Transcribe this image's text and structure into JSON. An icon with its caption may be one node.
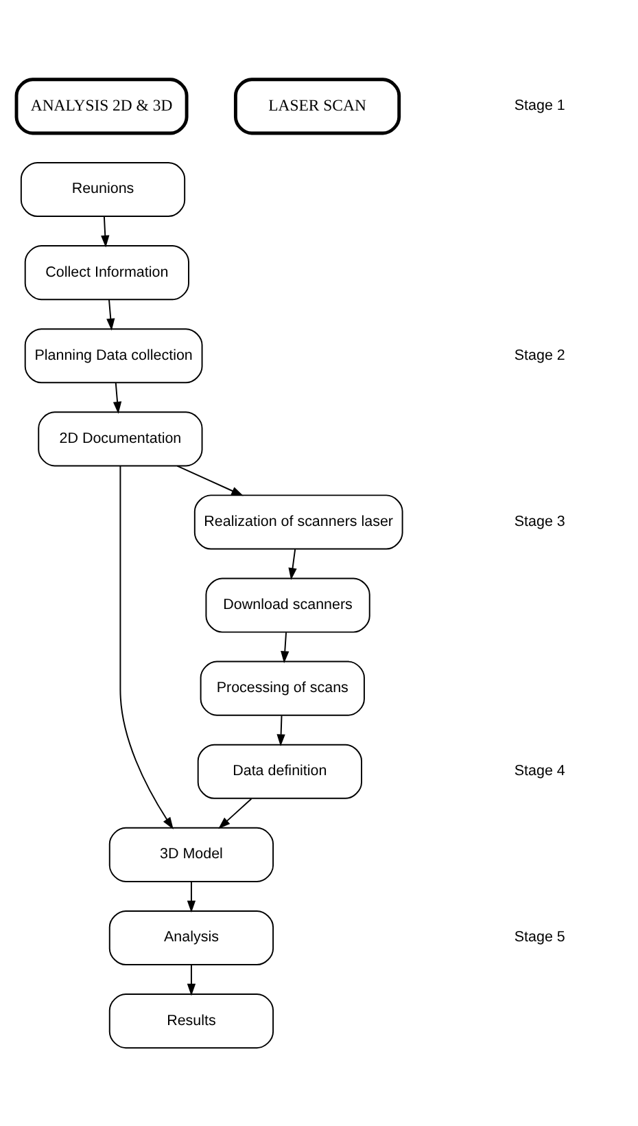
{
  "diagram": {
    "nodes": [
      {
        "text": [
          "ANALYSIS 2D & 3D"
        ]
      },
      {
        "text": [
          "LASER SCAN"
        ]
      },
      {
        "text": [
          "Reunions"
        ]
      },
      {
        "text": [
          "Collect Information"
        ]
      },
      {
        "text": [
          "Planning Data collection"
        ]
      },
      {
        "text": [
          "2D Documentation"
        ]
      },
      {
        "text": [
          "Realization of scanners laser"
        ]
      },
      {
        "text": [
          "Download scanners"
        ]
      },
      {
        "text": [
          "Processing of scans"
        ]
      },
      {
        "text": [
          "Data definition"
        ]
      },
      {
        "text": [
          "3D Model"
        ]
      },
      {
        "text": [
          "Analysis"
        ]
      },
      {
        "text": [
          "Results"
        ]
      }
    ],
    "edges": [
      {
        "from": 2,
        "to": 3,
        "arrow": "to"
      },
      {
        "from": 3,
        "to": 4,
        "arrow": "to"
      },
      {
        "from": 4,
        "to": 5,
        "arrow": "to"
      },
      {
        "from": 5,
        "to": 6,
        "arrow": "to"
      },
      {
        "from": 6,
        "to": 7,
        "arrow": "to"
      },
      {
        "from": 7,
        "to": 8,
        "arrow": "to"
      },
      {
        "from": 8,
        "to": 9,
        "arrow": "to"
      },
      {
        "from": 5,
        "to": 10,
        "arrow": "to"
      },
      {
        "from": 9,
        "to": 10,
        "arrow": "to"
      },
      {
        "from": 10,
        "to": 11,
        "arrow": "to"
      },
      {
        "from": 11,
        "to": 12,
        "arrow": "to"
      }
    ],
    "labels": [
      "Stage 1",
      "Stage 2",
      "Stage 3",
      "Stage 4",
      "Stage 5"
    ]
  }
}
